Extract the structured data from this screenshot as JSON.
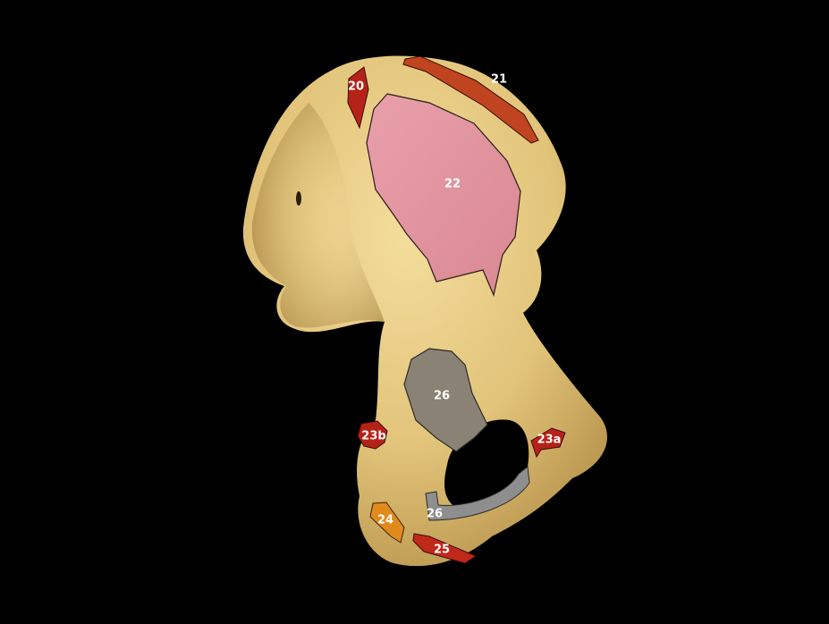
{
  "figure": {
    "labels": {
      "l20": "20",
      "l21": "21",
      "l22": "22",
      "l23a": "23a",
      "l23b": "23b",
      "l24": "24",
      "l25": "25",
      "l26_upper": "26",
      "l26_lower": "26"
    }
  }
}
